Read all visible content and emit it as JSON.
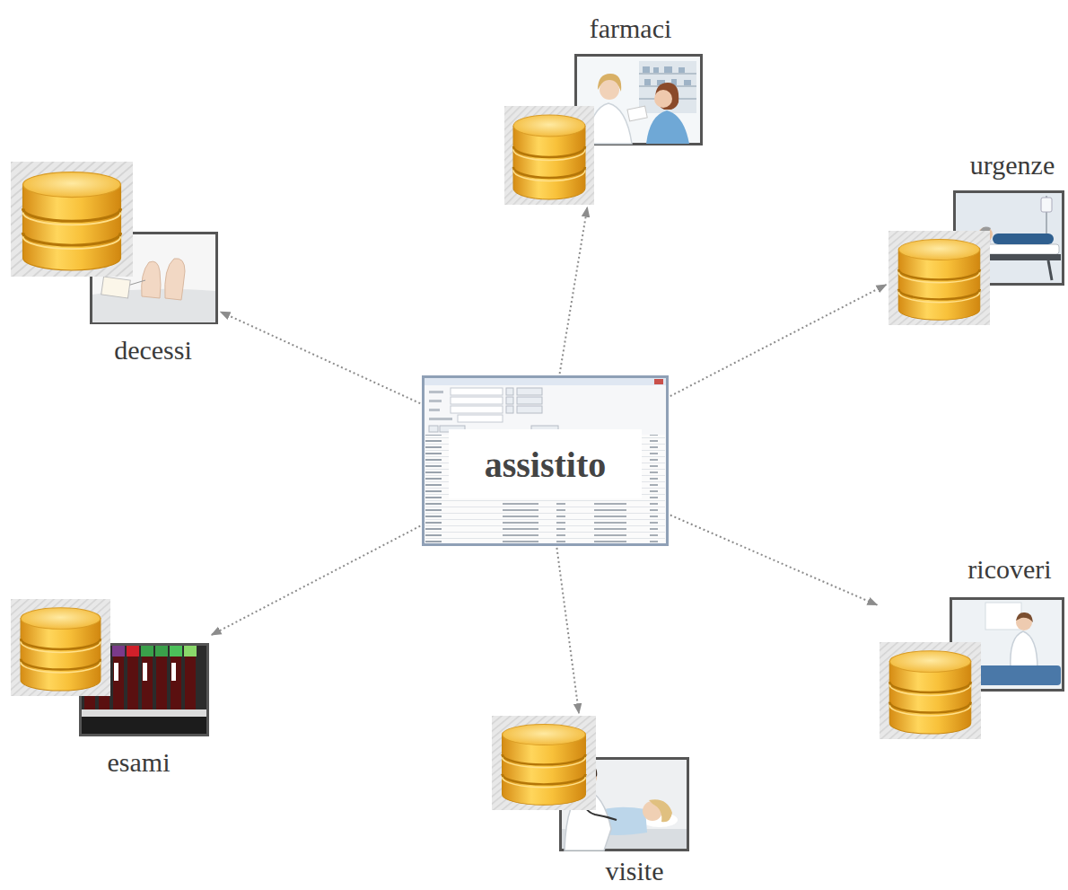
{
  "diagram": {
    "nodes": [
      {
        "text": [
          "assistito"
        ]
      },
      {
        "text": [
          "farmaci"
        ]
      },
      {
        "text": [
          "urgenze"
        ]
      },
      {
        "text": [
          "ricoveri"
        ]
      },
      {
        "text": [
          "visite"
        ]
      },
      {
        "text": [
          "esami"
        ]
      },
      {
        "text": [
          "decessi"
        ]
      }
    ],
    "edges": [
      {
        "from": 0,
        "to": 1,
        "arrow": "to"
      },
      {
        "from": 0,
        "to": 2,
        "arrow": "to"
      },
      {
        "from": 0,
        "to": 3,
        "arrow": "to"
      },
      {
        "from": 0,
        "to": 4,
        "arrow": "to"
      },
      {
        "from": 0,
        "to": 5,
        "arrow": "to"
      },
      {
        "from": 0,
        "to": 6,
        "arrow": "to"
      }
    ]
  }
}
